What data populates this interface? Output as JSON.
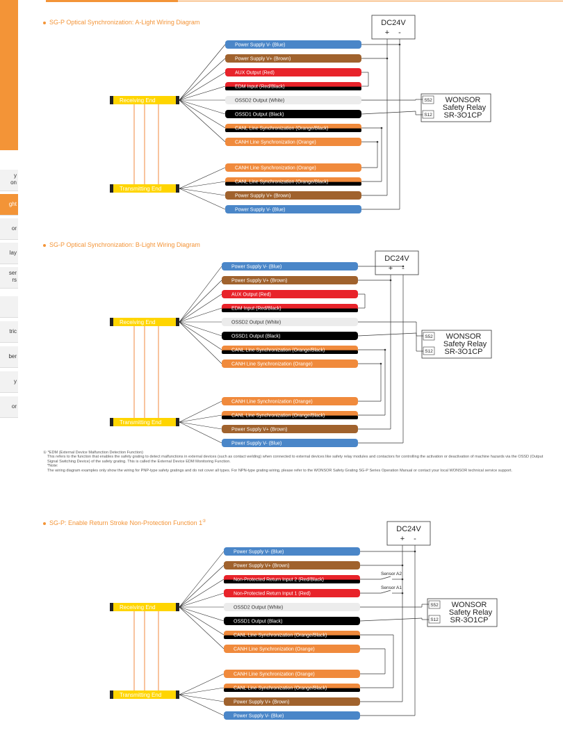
{
  "sidebar": {
    "tabs": [
      {
        "label": "y\non"
      },
      {
        "label": "ght",
        "active": true
      },
      {
        "label": "or"
      },
      {
        "label": "lay"
      },
      {
        "label": "ser\nrs"
      },
      {
        "label": ""
      },
      {
        "label": "tric"
      },
      {
        "label": "ber"
      },
      {
        "label": "y"
      },
      {
        "label": "or"
      }
    ]
  },
  "colors": {
    "accent": "#f39437",
    "blue": "#4a86c8",
    "brown": "#a0622d",
    "red": "#e8232a",
    "white": "#ececec",
    "black": "#000000",
    "orange": "#f08a3c",
    "yellow": "#ffd500"
  },
  "common": {
    "receiving_end": "Receiving End",
    "transmitting_end": "Transmitting End",
    "dc_label": "DC24V",
    "plus": "+",
    "minus": "-",
    "relay_s52": "S52",
    "relay_s12": "S12",
    "relay_line1": "WONSOR",
    "relay_line2": "Safety Relay",
    "relay_line3": "SR-3O1CP"
  },
  "diagrams": [
    {
      "title": "SG-P Optical Synchronization: A-Light Wiring Diagram",
      "receiving_wires": [
        {
          "label": "Power Supply V- (Blue)",
          "color": "blue"
        },
        {
          "label": "Power Supply V+ (Brown)",
          "color": "brown"
        },
        {
          "label": "AUX Output (Red)",
          "color": "red"
        },
        {
          "label": "EDM Input (Red/Black)",
          "color": "redblack"
        },
        {
          "label": "OSSD2 Output (White)",
          "color": "white"
        },
        {
          "label": "OSSD1 Output (Black)",
          "color": "black"
        },
        {
          "label": "CANL Line Synchronization (Orange/Black)",
          "color": "orangeblack"
        },
        {
          "label": "CANH Line Synchronization (Orange)",
          "color": "orange"
        }
      ],
      "transmitting_wires": [
        {
          "label": "CANH Line Synchronization (Orange)",
          "color": "orange"
        },
        {
          "label": "CANL Line Synchronization (Orange/Black)",
          "color": "orangeblack"
        },
        {
          "label": "Power Supply V+ (Brown)",
          "color": "brown"
        },
        {
          "label": "Power Supply V- (Blue)",
          "color": "blue"
        }
      ]
    },
    {
      "title": "SG-P Optical Synchronization: B-Light Wiring Diagram",
      "receiving_wires": [
        {
          "label": "Power Supply V- (Blue)",
          "color": "blue"
        },
        {
          "label": "Power Supply V+ (Brown)",
          "color": "brown"
        },
        {
          "label": "AUX Output (Red)",
          "color": "red"
        },
        {
          "label": "EDM Input (Red/Black)",
          "color": "redblack"
        },
        {
          "label": "OSSD2 Output (White)",
          "color": "white"
        },
        {
          "label": "OSSD1 Output (Black)",
          "color": "black"
        },
        {
          "label": "CANL Line Synchronization (Orange/Black)",
          "color": "orangeblack"
        },
        {
          "label": "CANH Line Synchronization (Orange)",
          "color": "orange"
        }
      ],
      "transmitting_wires": [
        {
          "label": "CANH Line Synchronization (Orange)",
          "color": "orange"
        },
        {
          "label": "CANL Line Synchronization (Orange/Black)",
          "color": "orangeblack"
        },
        {
          "label": "Power Supply V+ (Brown)",
          "color": "brown"
        },
        {
          "label": "Power Supply V- (Blue)",
          "color": "blue"
        }
      ]
    },
    {
      "title": "SG-P: Enable Return Stroke Non-Protection Function 1",
      "title_sup": "②",
      "sensor_a2": "Sensor A2",
      "sensor_a1": "Sensor A1",
      "receiving_wires": [
        {
          "label": "Power Supply V- (Blue)",
          "color": "blue"
        },
        {
          "label": "Power Supply V+ (Brown)",
          "color": "brown"
        },
        {
          "label": "Non-Protected Return Input 2 (Red/Black)",
          "color": "redblack"
        },
        {
          "label": "Non-Protected Return Input 1 (Red)",
          "color": "red"
        },
        {
          "label": "OSSD2 Output (White)",
          "color": "white"
        },
        {
          "label": "OSSD1 Output (Black)",
          "color": "black"
        },
        {
          "label": "CANL Line Synchronization (Orange/Black)",
          "color": "orangeblack"
        },
        {
          "label": "CANH Line Synchronization (Orange)",
          "color": "orange"
        }
      ],
      "transmitting_wires": [
        {
          "label": "CANH Line Synchronization (Orange)",
          "color": "orange"
        },
        {
          "label": "CANL Line Synchronization (Orange/Black)",
          "color": "orangeblack"
        },
        {
          "label": "Power Supply V+ (Brown)",
          "color": "brown"
        },
        {
          "label": "Power Supply V- (Blue)",
          "color": "blue"
        }
      ]
    }
  ],
  "footnote": {
    "line1": "① *EDM (External Device Malfunction Detection Function)",
    "line2": "This refers to the function that enables the safety grating to detect malfunctions in external devices (such as contact welding) when connected to external devices like safety relay modules and contactors for controlling the activation or deactivation of machine hazards via the OSSD (Output Signal Switching Device) of the safety grating. This is called the External Device EDM Monitoring Function.",
    "line3": "*Note:",
    "line4": "The wiring diagram examples only show the wiring for PNP-type safety gratings and do not cover all types. For NPN-type grating wiring, please refer to the WONSOR Safety Grating SG-P Series Operation Manual or contact your local WONSOR technical service support."
  }
}
